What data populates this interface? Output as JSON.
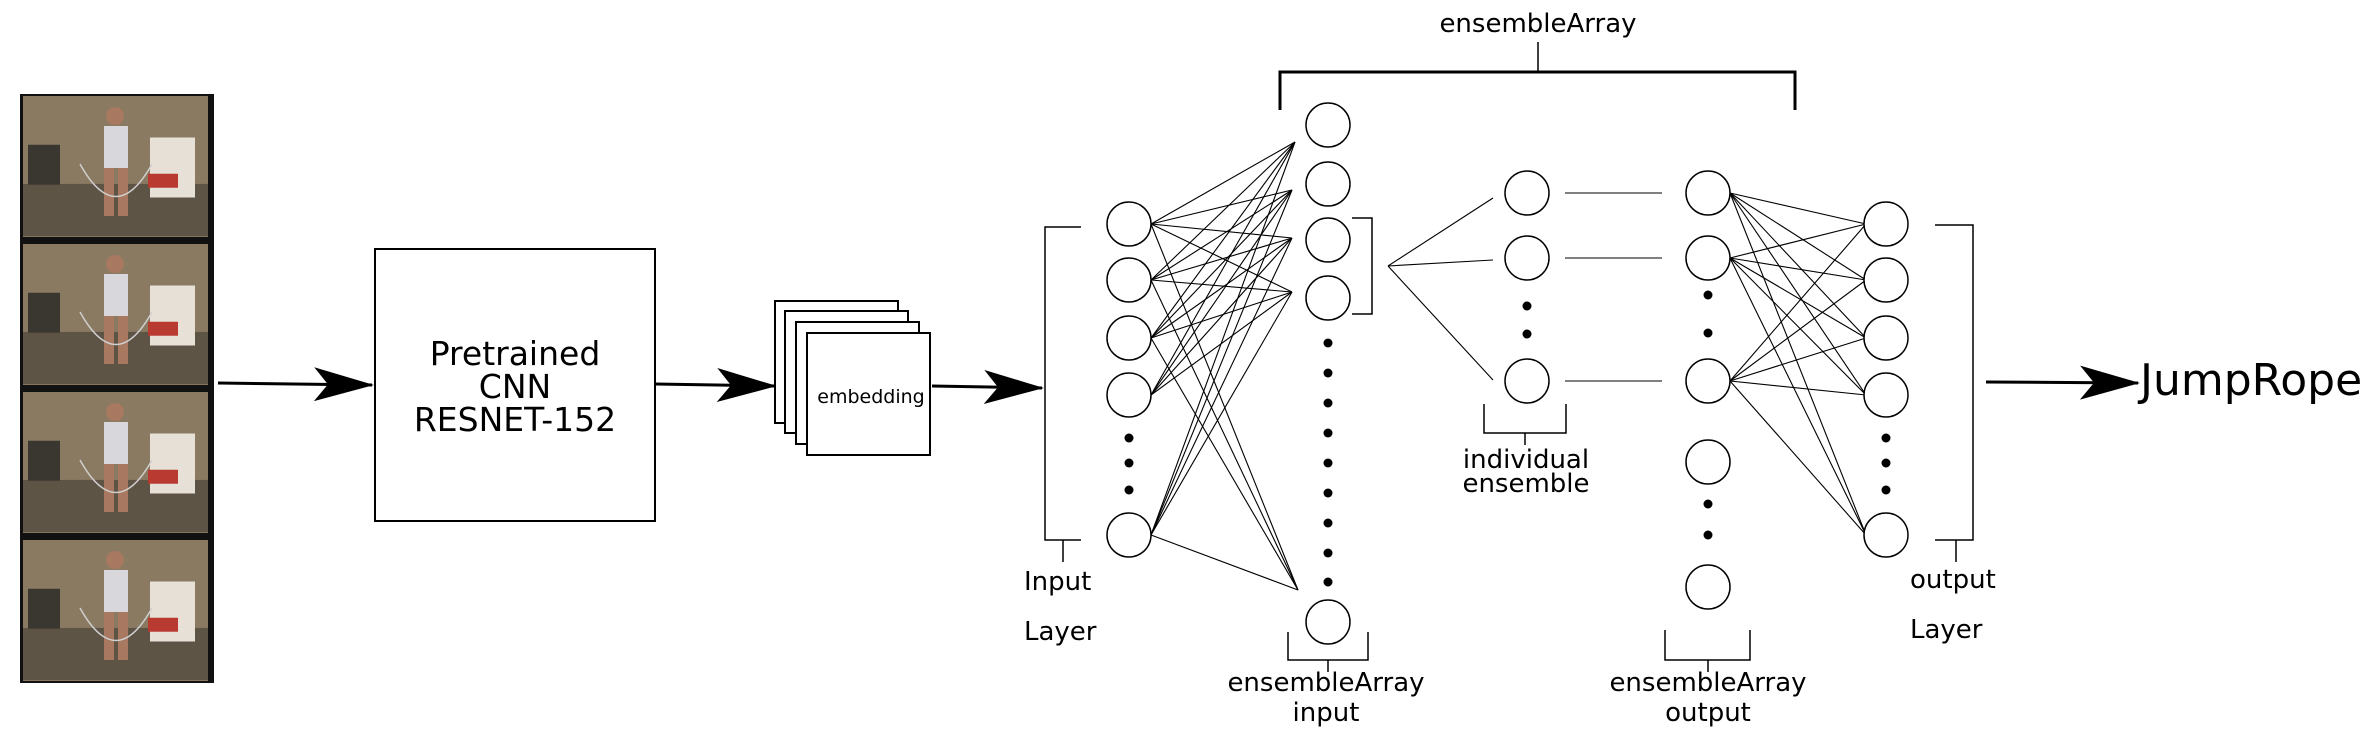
{
  "video_frames": {
    "frame_count": 4,
    "colors": {
      "film": "#111111",
      "wall": "#8a7a62",
      "floor": "#5e5446",
      "person_shirt": "#d8d8dc",
      "person_skin": "#a87860",
      "props_red": "#b83a30"
    }
  },
  "cnn_box": {
    "lines": [
      "Pretrained",
      "CNN",
      "RESNET-152"
    ]
  },
  "embedding_stack": {
    "label": "embedding"
  },
  "input_layer": {
    "label_line1": "Input",
    "label_line2": "Layer"
  },
  "ensemble_array_bracket": {
    "label": "ensembleArray"
  },
  "ensemble_array_input": {
    "label_line1": "ensembleArray",
    "label_line2": "input"
  },
  "individual_ensemble": {
    "label_line1": "individual",
    "label_line2": "ensemble"
  },
  "ensemble_array_output": {
    "label_line1": "ensembleArray",
    "label_line2": "output"
  },
  "output_layer": {
    "label_line1": "output",
    "label_line2": "Layer"
  },
  "prediction": {
    "label": "JumpRope"
  },
  "colors": {
    "stroke": "#000000",
    "background": "#ffffff"
  }
}
